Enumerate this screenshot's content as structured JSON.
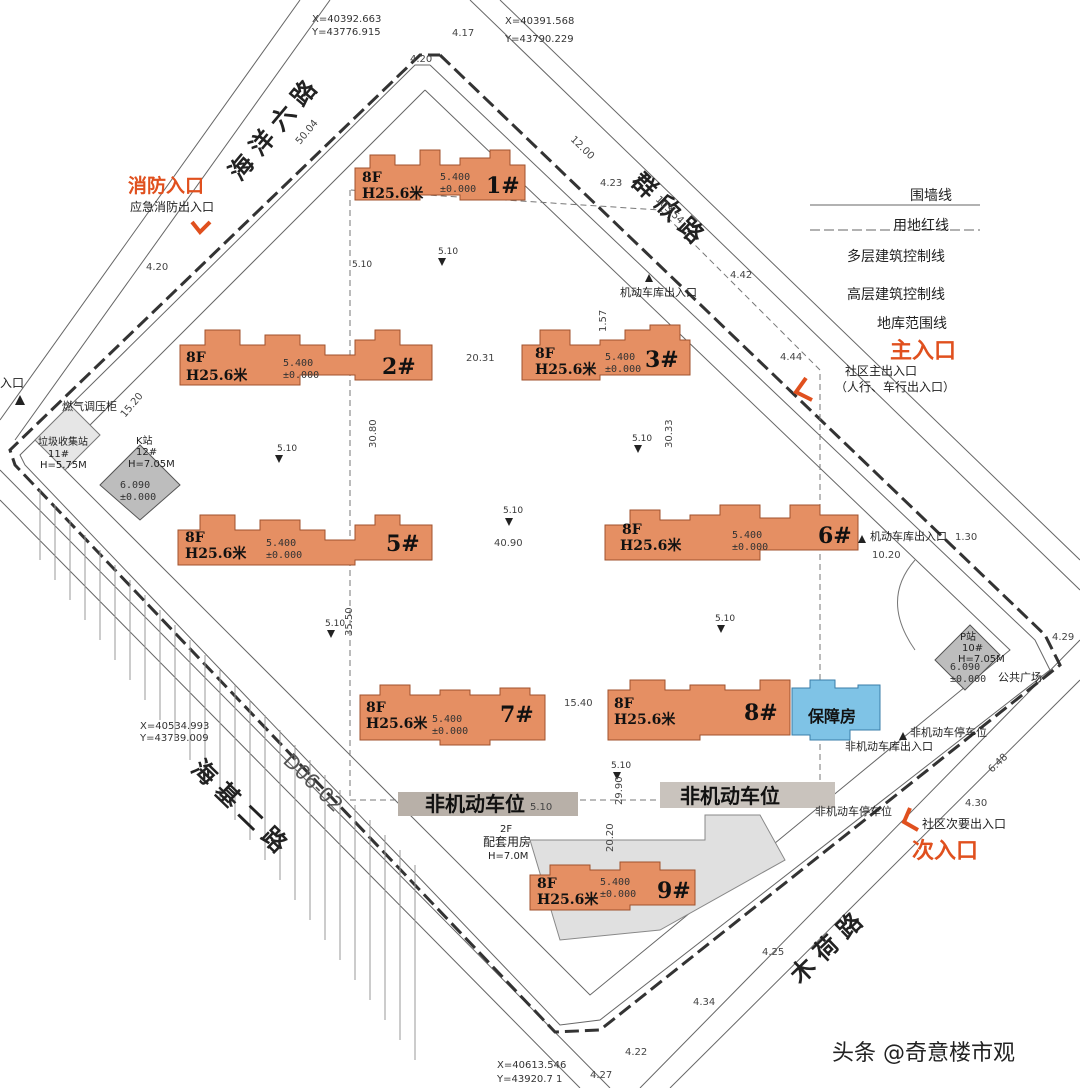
{
  "colors": {
    "building": "#e58f63",
    "building_stroke": "#a0522d",
    "affordable": "#7fc3e6",
    "accent_red": "#e0501e",
    "line": "#555555",
    "gray_block": "#cfcfcf",
    "label_bar": "#b8b0a8"
  },
  "roads": {
    "haiyang6": "海 洋 六 路",
    "qunxin": "群 欣 路",
    "haiji2": "海 基 二 路",
    "muhe": "木 荷 路"
  },
  "legend": {
    "items": [
      "围墙线",
      "用地红线",
      "多层建筑控制线",
      "高层建筑控制线",
      "地库范围线"
    ]
  },
  "entrances": {
    "fire_title": "消防入口",
    "fire_sub": "应急消防出入口",
    "main_title": "主入口",
    "main_sub1": "社区主出入口",
    "main_sub2": "（人行、车行出入口）",
    "secondary_title": "次入口",
    "secondary_sub": "社区次要出入口",
    "left_edge": "入口"
  },
  "buildings": [
    {
      "id": "1#",
      "floors": "8F",
      "height": "H25.6米"
    },
    {
      "id": "2#",
      "floors": "8F",
      "height": "H25.6米"
    },
    {
      "id": "3#",
      "floors": "8F",
      "height": "H25.6米"
    },
    {
      "id": "5#",
      "floors": "8F",
      "height": "H25.6米"
    },
    {
      "id": "6#",
      "floors": "8F",
      "height": "H25.6米"
    },
    {
      "id": "7#",
      "floors": "8F",
      "height": "H25.6米"
    },
    {
      "id": "8#",
      "floors": "8F",
      "height": "H25.6米"
    },
    {
      "id": "9#",
      "floors": "8F",
      "height": "H25.6米"
    }
  ],
  "affordable_housing": "保障房",
  "labels": {
    "bike_parking_left": "非机动车位",
    "bike_parking_right": "非机动车位",
    "support_floors": "2F",
    "support_name": "配套用房",
    "support_height": "H=7.0M",
    "garage_entrance_top": "机动车库出入口",
    "garage_entrance_right": "机动车库出入口",
    "garage_entrance_bottom": "非机动车库出入口",
    "bike_stop_1": "非机动车停车位",
    "bike_stop_2": "非机动车停车位",
    "gas_cabinet": "燃气调压柜",
    "waste_station": "垃圾收集站",
    "waste_id": "11#",
    "waste_height": "H=5.75M",
    "kb_station": "K站",
    "kb_id": "12#",
    "kb_height": "H=7.05M",
    "p_station": "P站",
    "p_id": "10#",
    "p_height": "H=7.05M",
    "public_square": "公共广场",
    "lot_code": "D06-02",
    "level_plus": "5.400",
    "level_zero": "±0.000",
    "level_6090": "6.090"
  },
  "coords": {
    "top_left_x": "X=40392.663",
    "top_left_y": "Y=43776.915",
    "top_right_x": "X=40391.568",
    "top_right_y": "Y=43790.229",
    "mid_left_x": "X=40534.993",
    "mid_left_y": "Y=43739.009",
    "bottom_x": "X=40613.546",
    "bottom_y": "Y=43920.7 1"
  },
  "dims": [
    "4.17",
    "4.20",
    "50.04",
    "12.00",
    "4.23",
    "103.54",
    "4.42",
    "4.44",
    "15.20",
    "20.31",
    "30.80",
    "30.33",
    "40.90",
    "10.20",
    "15.40",
    "20.20",
    "35.50",
    "29.90",
    "5.10",
    "4.25",
    "4.34",
    "4.22",
    "4.27",
    "4.30",
    "4.29",
    "1.30",
    "1.57",
    "4.20",
    "6.48"
  ],
  "elevation_marks": [
    "5.10",
    "5.10",
    "5.10",
    "5.10",
    "5.10",
    "5.10",
    "5.10",
    "5.10"
  ],
  "watermark": "头条 @奇意楼市观"
}
